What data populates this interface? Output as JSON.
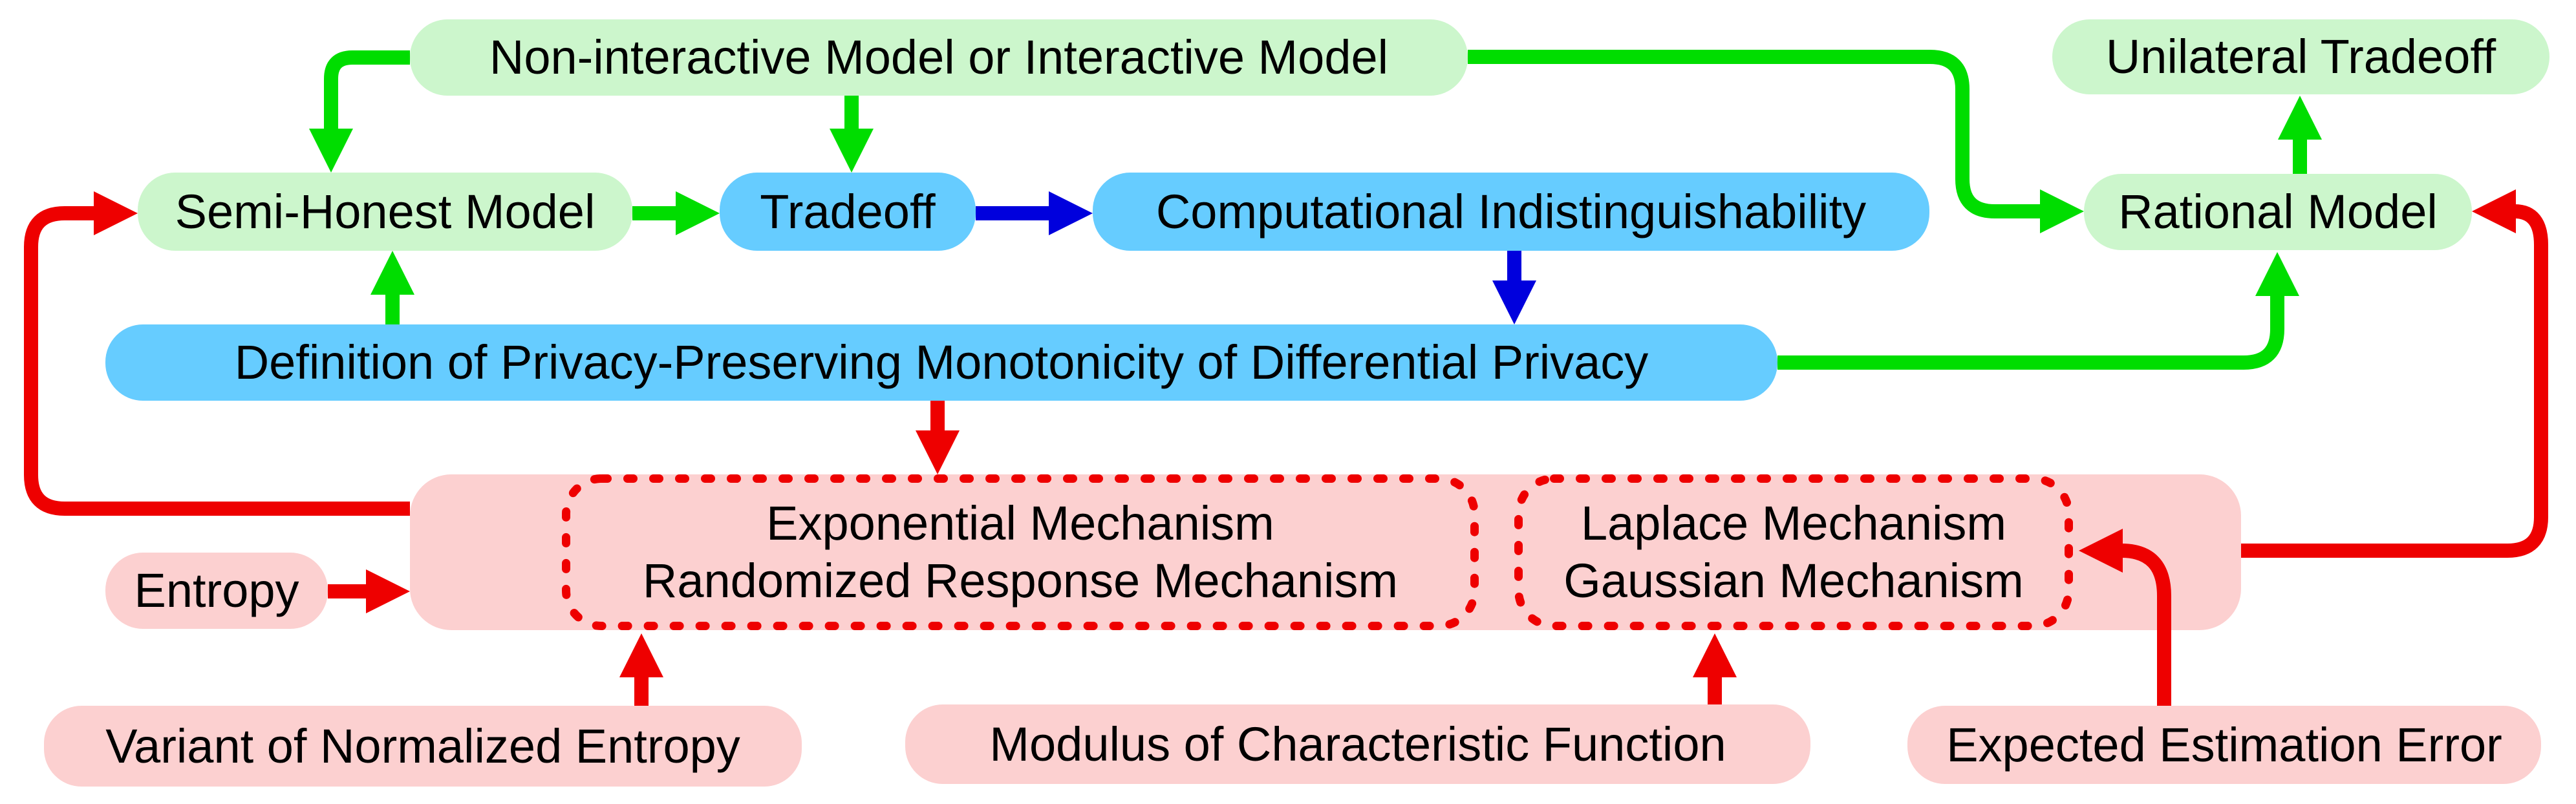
{
  "palette": {
    "background": "#ffffff",
    "green_node_fill": "#ccf6cc",
    "blue_node_fill": "#66ccff",
    "pink_node_fill": "#fcd0d0",
    "green_arrow": "#00dd00",
    "blue_arrow": "#0000dd",
    "red_arrow": "#ee0000",
    "dashed_border": "#ee0000",
    "text_color": "#000000"
  },
  "nodes": {
    "non_interactive": {
      "label": "Non-interactive Model or Interactive Model"
    },
    "unilateral_tradeoff": {
      "label": "Unilateral Tradeoff"
    },
    "semi_honest": {
      "label": "Semi-Honest Model"
    },
    "tradeoff": {
      "label": "Tradeoff"
    },
    "computational_indistinguishability": {
      "label": "Computational Indistinguishability"
    },
    "rational_model": {
      "label": "Rational Model"
    },
    "definition": {
      "label": "Definition of Privacy-Preserving Monotonicity of Differential Privacy"
    },
    "entropy": {
      "label": "Entropy"
    },
    "variant_normalized_entropy": {
      "label": "Variant of Normalized Entropy"
    },
    "modulus_characteristic_function": {
      "label": "Modulus of Characteristic Function"
    },
    "expected_estimation_error": {
      "label": "Expected Estimation Error"
    },
    "exponential_group": {
      "line1": "Exponential Mechanism",
      "line2": "Randomized Response Mechanism"
    },
    "laplace_group": {
      "line1": "Laplace Mechanism",
      "line2": "Gaussian Mechanism"
    }
  },
  "edges": [
    {
      "from": "Non-interactive Model or Interactive Model",
      "to": "Semi-Honest Model",
      "color": "green"
    },
    {
      "from": "Non-interactive Model or Interactive Model",
      "to": "Tradeoff",
      "color": "green"
    },
    {
      "from": "Semi-Honest Model",
      "to": "Tradeoff",
      "color": "green"
    },
    {
      "from": "Tradeoff",
      "to": "Computational Indistinguishability",
      "color": "blue"
    },
    {
      "from": "Computational Indistinguishability",
      "to": "Definition of Privacy-Preserving Monotonicity of Differential Privacy",
      "color": "blue"
    },
    {
      "from": "Definition of Privacy-Preserving Monotonicity of Differential Privacy",
      "to": "Semi-Honest Model",
      "color": "green"
    },
    {
      "from": "Non-interactive Model or Interactive Model",
      "to": "Rational Model",
      "color": "green"
    },
    {
      "from": "Definition of Privacy-Preserving Monotonicity of Differential Privacy",
      "to": "Rational Model",
      "color": "green"
    },
    {
      "from": "Rational Model",
      "to": "Unilateral Tradeoff",
      "color": "green"
    },
    {
      "from": "Definition of Privacy-Preserving Monotonicity of Differential Privacy",
      "to": "Exponential Mechanism / Randomized Response Mechanism",
      "color": "red"
    },
    {
      "from": "Entropy",
      "to": "Mechanisms Container",
      "color": "red"
    },
    {
      "from": "Mechanisms Container",
      "to": "Semi-Honest Model",
      "color": "red"
    },
    {
      "from": "Mechanisms Container",
      "to": "Rational Model",
      "color": "red"
    },
    {
      "from": "Variant of Normalized Entropy",
      "to": "Exponential Mechanism / Randomized Response Mechanism",
      "color": "red"
    },
    {
      "from": "Modulus of Characteristic Function",
      "to": "Laplace Mechanism / Gaussian Mechanism",
      "color": "red"
    },
    {
      "from": "Expected Estimation Error",
      "to": "Laplace Mechanism / Gaussian Mechanism",
      "color": "red"
    }
  ]
}
